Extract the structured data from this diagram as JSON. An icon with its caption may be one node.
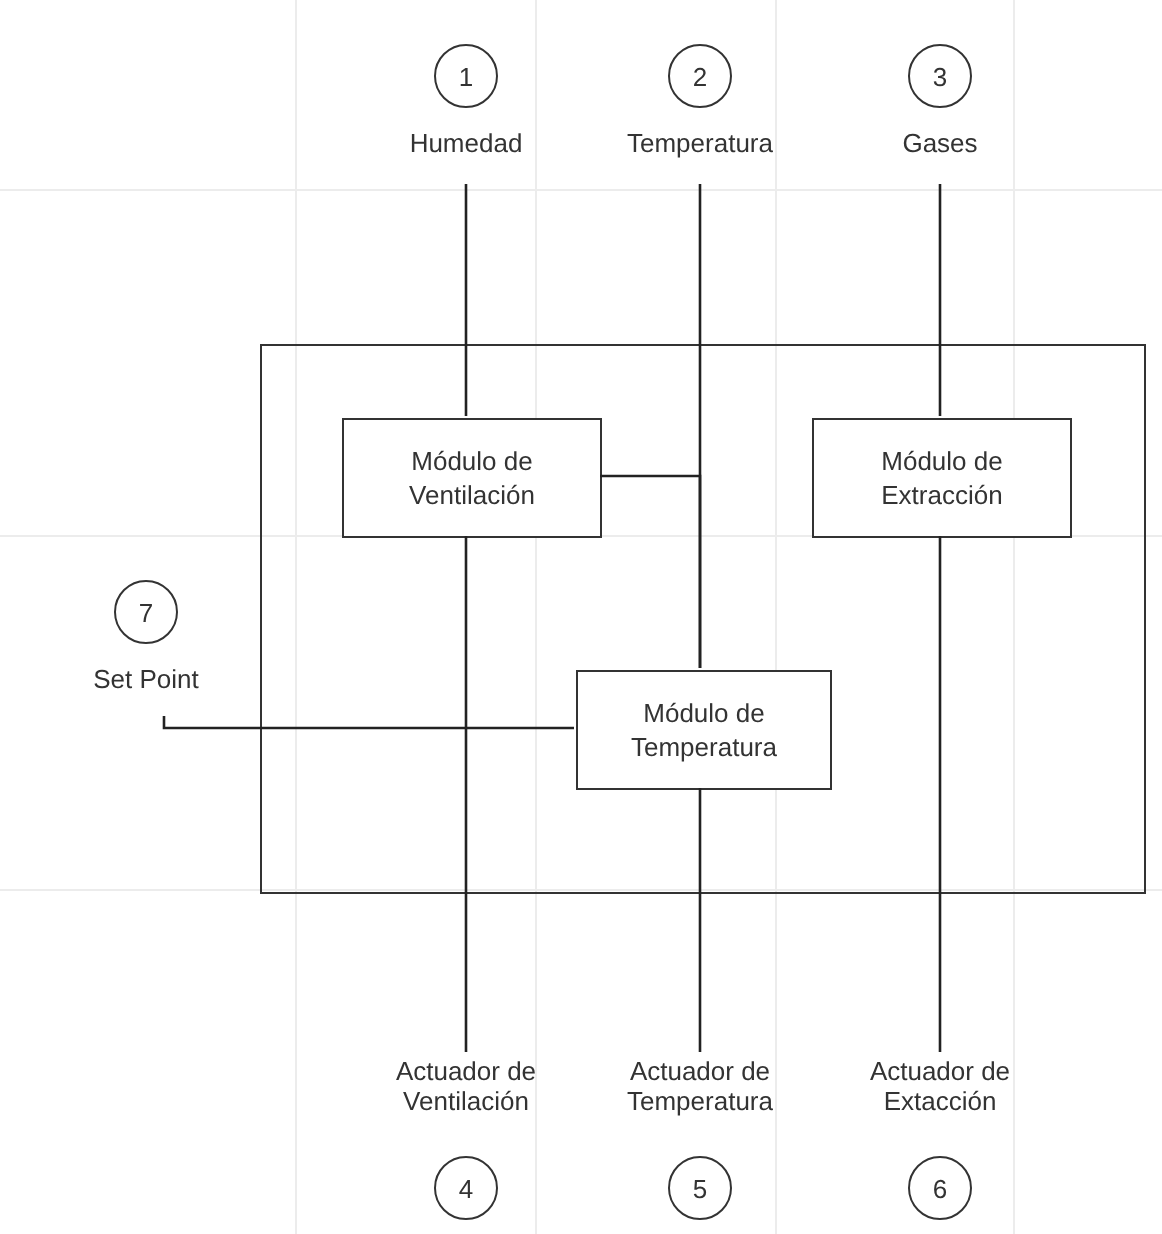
{
  "diagram": {
    "nodes": [
      {
        "text": [
          "1"
        ],
        "beside": [
          "Humedad"
        ]
      },
      {
        "text": [
          "2"
        ],
        "beside": [
          "Temperatura"
        ]
      },
      {
        "text": [
          "3"
        ],
        "beside": [
          "Gases"
        ]
      },
      {
        "text": [],
        "shape": "box"
      },
      {
        "text": [
          "Módulo de Ventilación"
        ],
        "in": 3
      },
      {
        "text": [
          "Módulo de Extracción"
        ],
        "in": 3
      },
      {
        "text": [
          "7"
        ],
        "beside": [
          "Set Point"
        ]
      },
      {
        "text": [
          "Módulo de Temperatura"
        ],
        "in": 3
      },
      {
        "text": [
          "4"
        ],
        "beside": [
          "Actuador de Ventilación"
        ]
      },
      {
        "text": [
          "5"
        ],
        "beside": [
          "Actuador de Temperatura"
        ]
      },
      {
        "text": [
          "6"
        ],
        "beside": [
          "Actuador de Extacción"
        ]
      }
    ],
    "edges": [
      {
        "from": 0,
        "to": 4,
        "arrow": "none"
      },
      {
        "from": 1,
        "to": 7,
        "arrow": "none"
      },
      {
        "from": 2,
        "to": 5,
        "arrow": "none"
      },
      {
        "from": 4,
        "to": 7,
        "arrow": "none"
      },
      {
        "from": 6,
        "to": 7,
        "arrow": "none"
      },
      {
        "from": 4,
        "to": 8,
        "arrow": "none"
      },
      {
        "from": 7,
        "to": 9,
        "arrow": "none"
      },
      {
        "from": 5,
        "to": 10,
        "arrow": "none"
      }
    ]
  }
}
